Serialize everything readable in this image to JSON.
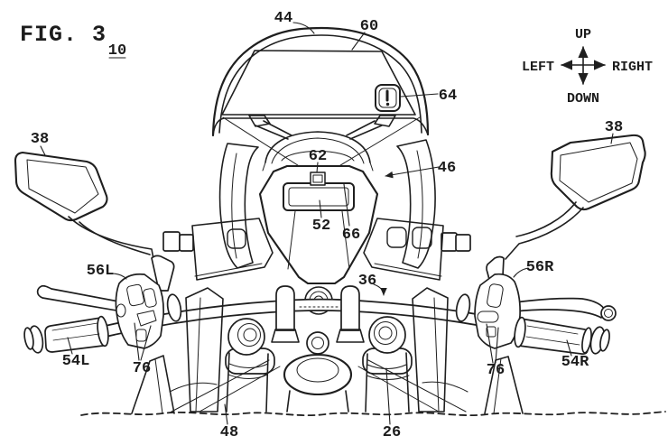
{
  "figure": {
    "title": "FIG. 3",
    "reference_number": "10"
  },
  "compass": {
    "up": "UP",
    "down": "DOWN",
    "left": "LEFT",
    "right": "RIGHT"
  },
  "ref_labels": {
    "windscreen": "44",
    "screen": "60",
    "indicator": "64",
    "mirror_left": "38",
    "mirror_right": "38",
    "sensor": "62",
    "display": "52",
    "meter_cover": "66",
    "cowl": "46",
    "handlebar": "36",
    "switch_left": "56L",
    "switch_right": "56R",
    "grip_left": "54L",
    "grip_right": "54R",
    "buttons_left": "76",
    "buttons_right": "76",
    "front_cover": "48",
    "steering": "26"
  },
  "colors": {
    "line": "#1f1f1f",
    "background": "#ffffff"
  }
}
